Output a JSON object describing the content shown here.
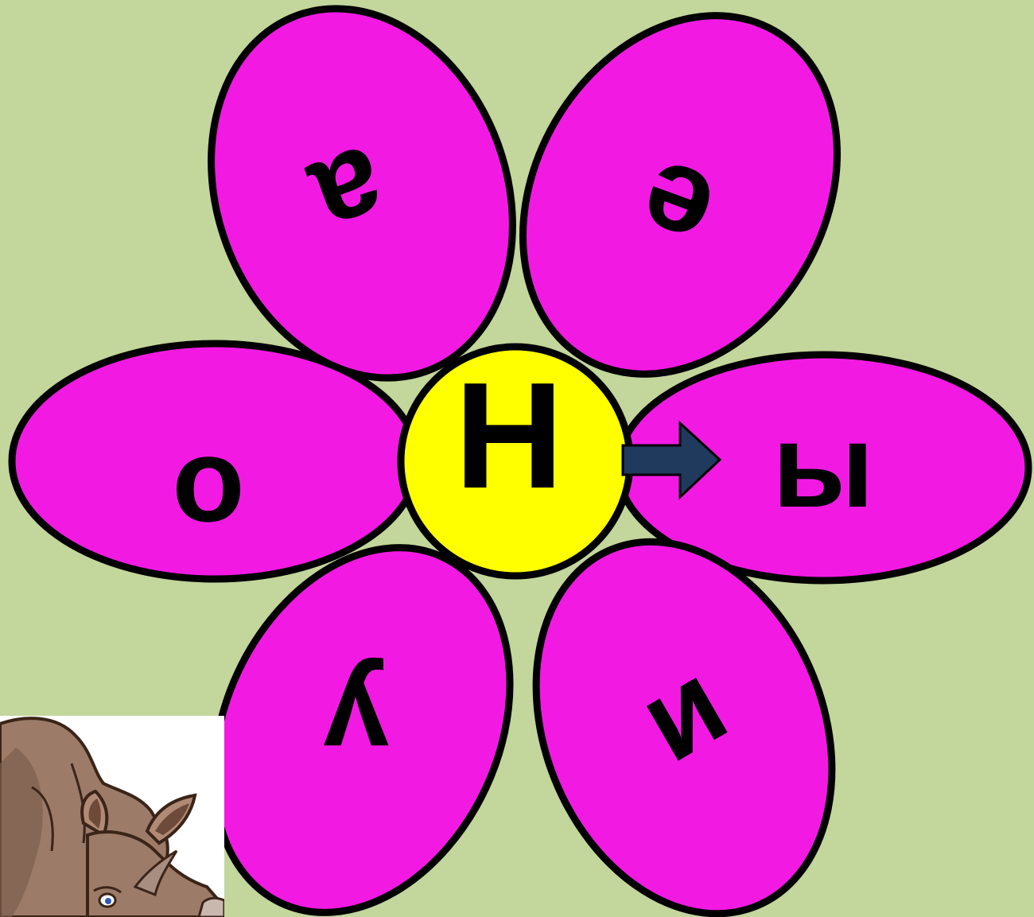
{
  "center": {
    "letter": "Н"
  },
  "petals": [
    {
      "name": "top-left",
      "letter": "а"
    },
    {
      "name": "top-right",
      "letter": "е"
    },
    {
      "name": "left",
      "letter": "о"
    },
    {
      "name": "right",
      "letter": "ы"
    },
    {
      "name": "bottom-left",
      "letter": "у"
    },
    {
      "name": "bottom-right",
      "letter": "и"
    }
  ],
  "colors": {
    "background": "#c3d69b",
    "petal": "#f21ae3",
    "center": "#ffff00",
    "arrow": "#1f3a5c"
  },
  "icons": {
    "arrow": "right-arrow-icon",
    "mascot": "rhino-illustration"
  }
}
